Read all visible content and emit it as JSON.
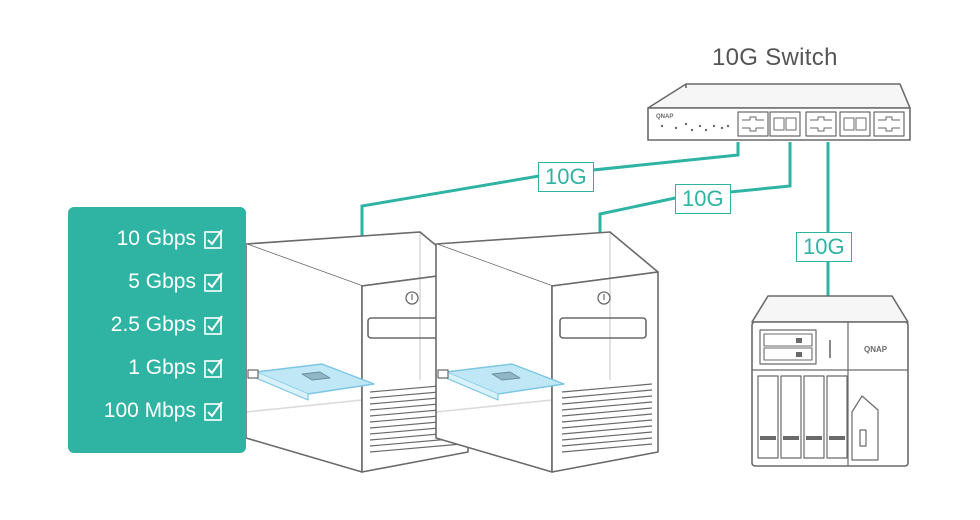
{
  "switch": {
    "title": "10G Switch",
    "brand": "QNAP"
  },
  "nas": {
    "brand": "QNAP"
  },
  "links": [
    {
      "label": "10G"
    },
    {
      "label": "10G"
    },
    {
      "label": "10G"
    }
  ],
  "speeds": [
    {
      "label": "10 Gbps",
      "checked": true
    },
    {
      "label": "5 Gbps",
      "checked": true
    },
    {
      "label": "2.5 Gbps",
      "checked": true
    },
    {
      "label": "1 Gbps",
      "checked": true
    },
    {
      "label": "100 Mbps",
      "checked": true
    }
  ],
  "colors": {
    "accent": "#2fb3a3",
    "line": "#2fb3a3",
    "outline": "#6a6a6a",
    "nic": "#9fd8ef"
  }
}
